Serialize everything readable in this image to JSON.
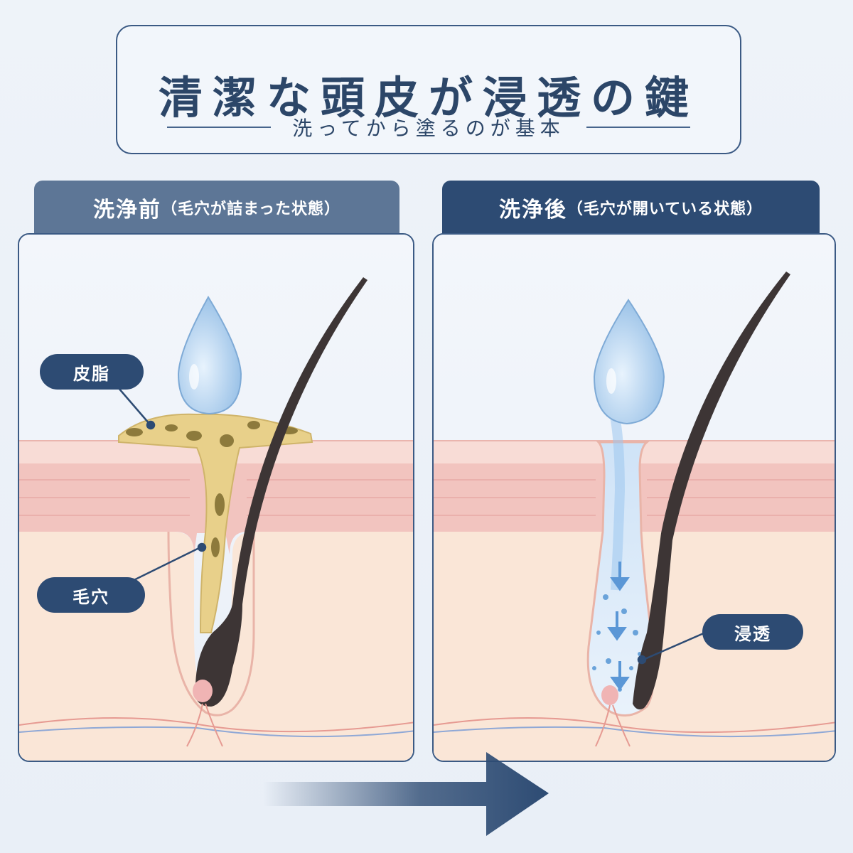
{
  "header": {
    "title": "清潔な頭皮が浸透の鍵",
    "subtitle": "洗ってから塗るのが基本"
  },
  "panels": {
    "before": {
      "tab_main": "洗浄前",
      "tab_note": "（毛穴が詰まった状態）",
      "labels": {
        "sebum": "皮脂",
        "pore": "毛穴"
      }
    },
    "after": {
      "tab_main": "洗浄後",
      "tab_note": "（毛穴が開いている状態）",
      "labels": {
        "penetration": "浸透"
      }
    }
  },
  "colors": {
    "accent": "#2d4b73",
    "tab_before": "#5d7696",
    "skin_top": "#f7d9d4",
    "skin_layer": "#f0bdb9",
    "dermis": "#fae6d7",
    "hair": "#3d3535",
    "sebum": "#e8d08a",
    "droplet": "#bcd8f2"
  }
}
